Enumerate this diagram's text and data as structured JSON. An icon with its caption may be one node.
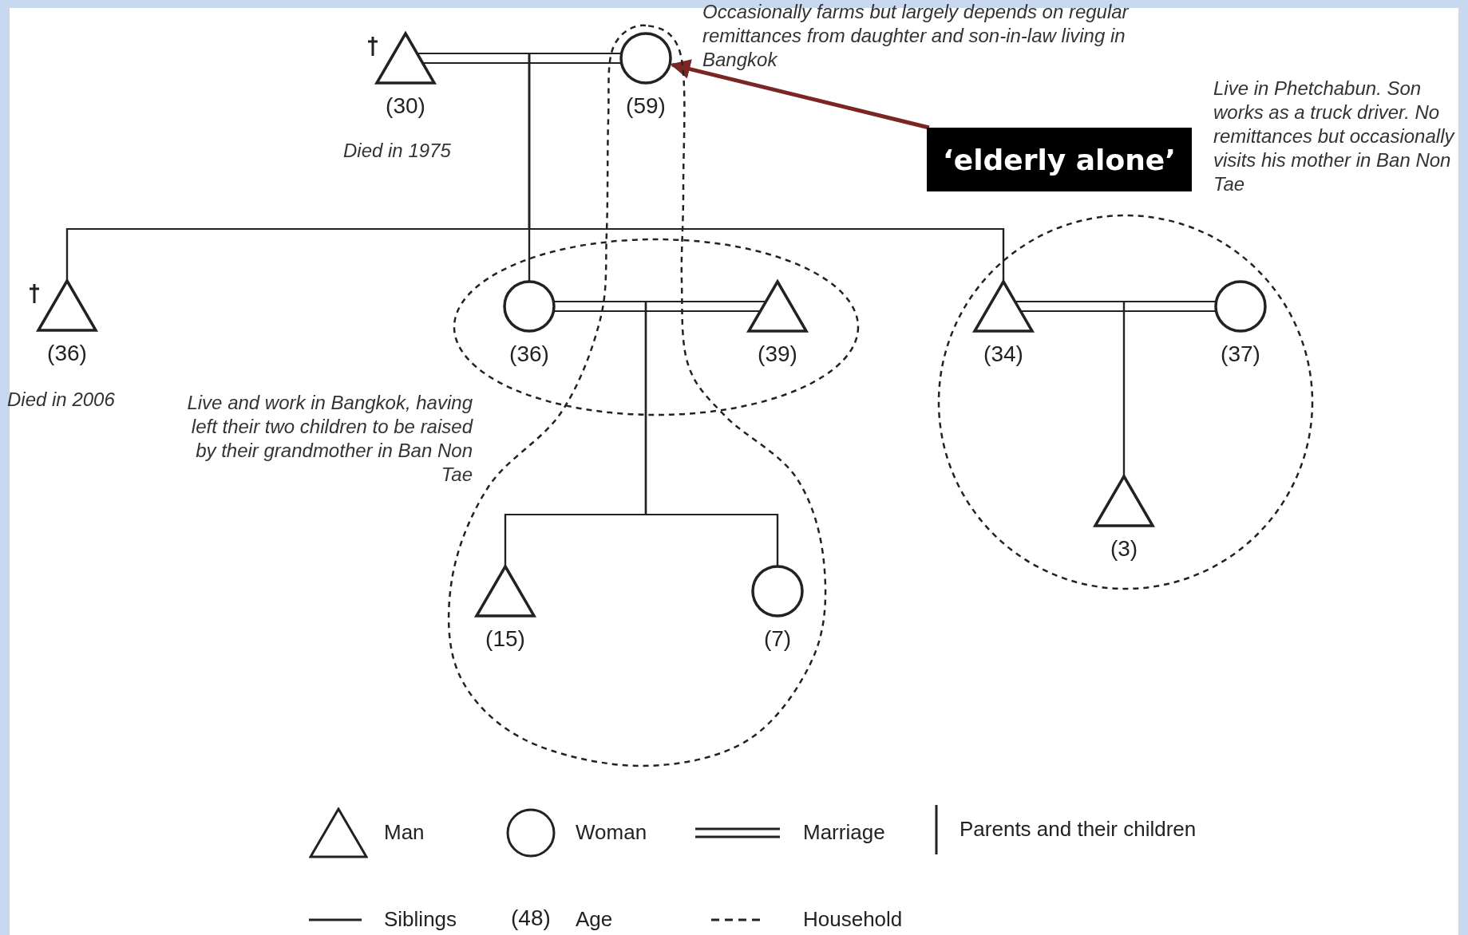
{
  "diagram": {
    "nodes": [
      {
        "text": [
          "(30)"
        ],
        "beside": [
          "Died in 1975"
        ]
      },
      {
        "text": [],
        "shape": "oval"
      },
      {
        "text": [
          "(59)"
        ],
        "in": 1,
        "beside": [
          "Occasionally farms but largely depends on regular remittances from daughter and son-in-law living in Bangkok"
        ]
      },
      {
        "text": [
          "‘elderly alone’"
        ]
      },
      {
        "text": [
          "(36)"
        ],
        "beside": [
          "Died in 2006"
        ]
      },
      {
        "text": [],
        "shape": "oval",
        "beside": [
          "Live and work in Bangkok, having left their two children to be raised by their grandmother in Ban Non Tae"
        ]
      },
      {
        "text": [
          "(36)"
        ],
        "in": 5
      },
      {
        "text": [
          "(39)"
        ],
        "in": 5
      },
      {
        "text": [],
        "shape": "circle",
        "beside": [
          "Live in Phetchabun. Son works as a truck driver. No remittances but occasionally visits his mother in Ban Non Tae"
        ]
      },
      {
        "text": [
          "(34)"
        ],
        "in": 8
      },
      {
        "text": [
          "(37)"
        ],
        "in": 8
      },
      {
        "text": [
          "(3)"
        ],
        "in": 8
      },
      {
        "text": [
          "(15)"
        ],
        "in": 1
      },
      {
        "text": [
          "(7)"
        ],
        "in": 1
      }
    ],
    "edges": [
      {
        "from": 0,
        "to": 2,
        "arrow": "none"
      },
      {
        "from": 3,
        "to": 2,
        "arrow": "to",
        "style": "thick",
        "color": "#7b2525"
      },
      {
        "from": 0,
        "to": 4,
        "arrow": "none"
      },
      {
        "from": 2,
        "to": 4,
        "arrow": "none"
      },
      {
        "from": 0,
        "to": 6,
        "arrow": "none"
      },
      {
        "from": 2,
        "to": 6,
        "arrow": "none"
      },
      {
        "from": 0,
        "to": 9,
        "arrow": "none"
      },
      {
        "from": 2,
        "to": 9,
        "arrow": "none"
      },
      {
        "from": 6,
        "to": 7,
        "arrow": "none"
      },
      {
        "from": 6,
        "to": 12,
        "arrow": "none"
      },
      {
        "from": 7,
        "to": 12,
        "arrow": "none"
      },
      {
        "from": 6,
        "to": 13,
        "arrow": "none"
      },
      {
        "from": 7,
        "to": 13,
        "arrow": "none"
      },
      {
        "from": 9,
        "to": 10,
        "arrow": "none"
      },
      {
        "from": 9,
        "to": 11,
        "arrow": "none"
      },
      {
        "from": 10,
        "to": 11,
        "arrow": "none"
      }
    ],
    "labels": [
      "(48)"
    ],
    "legend": [
      {
        "text": "Man"
      },
      {
        "text": "Woman"
      },
      {
        "text": "Marriage"
      },
      {
        "text": "Parents and their children"
      },
      {
        "text": "Siblings"
      },
      {
        "text": "Age"
      },
      {
        "text": "Household"
      }
    ]
  }
}
